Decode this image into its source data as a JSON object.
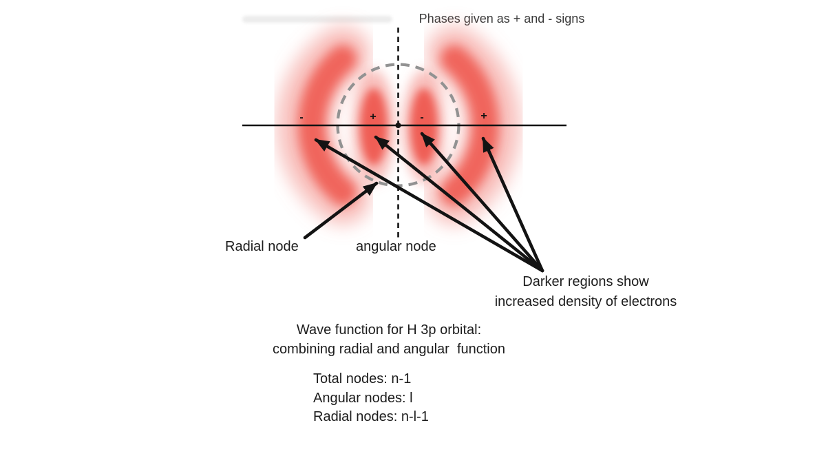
{
  "title": "Phases given as + and - signs",
  "diagram": {
    "phase_signs": [
      {
        "position": "outer-left",
        "label": "-"
      },
      {
        "position": "inner-left",
        "label": "+"
      },
      {
        "position": "inner-right",
        "label": "-"
      },
      {
        "position": "outer-right",
        "label": "+"
      }
    ],
    "labels": {
      "radial_node": "Radial node",
      "angular_node": "angular node",
      "darker_regions": [
        "Darker regions show",
        "increased density of electrons"
      ]
    },
    "colors": {
      "lobe_dark_red": "#ee5047",
      "lobe_light_red": "#f2837b",
      "node_circle_gray": "#929292",
      "line_black": "#131313",
      "text_dark": "#1c1c1c",
      "title_gray": "#3a3a3a"
    }
  },
  "caption": [
    "Wave function for H 3p orbital:",
    "combining radial and angular  function"
  ],
  "notes": [
    "Total nodes: n-1",
    "Angular nodes: l",
    "Radial nodes: n-l-1"
  ]
}
